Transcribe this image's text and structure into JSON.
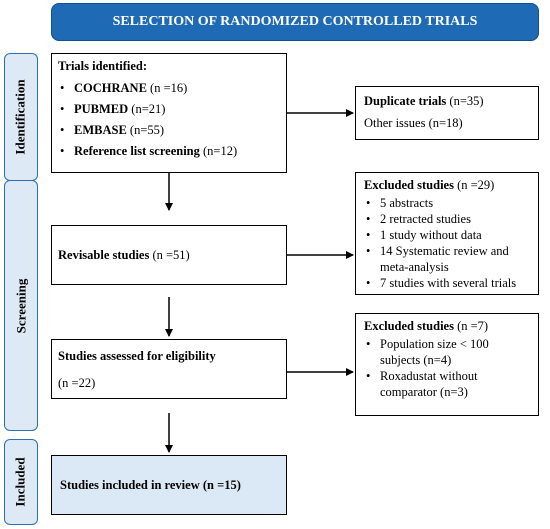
{
  "title": "SELECTION OF RANDOMIZED CONTROLLED TRIALS",
  "stages": {
    "identification": "Identification",
    "screening": "Screening",
    "included": "Included"
  },
  "identified": {
    "heading": "Trials identified:",
    "items": [
      {
        "name": "COCHRANE",
        "count": " (n =16)"
      },
      {
        "name": "PUBMED",
        "count": " (n=21)"
      },
      {
        "name": "EMBASE",
        "count": " (n=55)"
      },
      {
        "name": "Reference list screening",
        "count": " (n=12)"
      }
    ]
  },
  "duplicates": {
    "heading": "Duplicate trials",
    "heading_count": " (n=35)",
    "other": "Other issues (n=18)"
  },
  "revisable": {
    "heading": "Revisable studies",
    "count": " (n =51)"
  },
  "excluded1": {
    "heading": "Excluded studies",
    "count": " (n =29)",
    "items": [
      "5 abstracts",
      "2 retracted studies",
      "1 study without data",
      "14 Systematic review and meta-analysis",
      "7 studies with several trials"
    ]
  },
  "eligibility": {
    "heading": "Studies assessed for eligibility",
    "count": "(n =22)"
  },
  "excluded2": {
    "heading": "Excluded studies",
    "count": " (n =7)",
    "items": [
      "Population size < 100 subjects (n=4)",
      "Roxadustat without comparator (n=3)"
    ]
  },
  "included": {
    "heading": "Studies included in review (n =15)"
  }
}
